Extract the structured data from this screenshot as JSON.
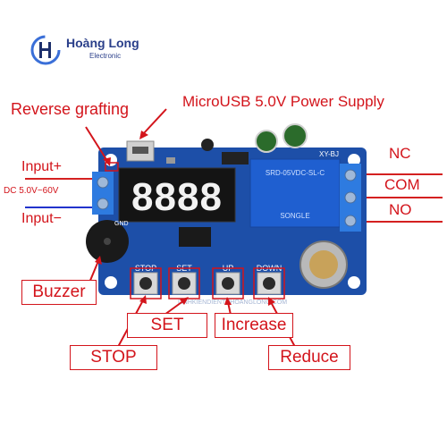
{
  "logo": {
    "brand": "Hoàng Long",
    "sub": "Electronic"
  },
  "labels": {
    "microusb": "MicroUSB 5.0V Power Supply",
    "reverse": "Reverse grafting",
    "input_plus": "Input+",
    "input_minus": "Input−",
    "dc_range": "DC 5.0V~60V",
    "nc": "NC",
    "com": "COM",
    "no": "NO",
    "buzzer": "Buzzer",
    "set": "SET",
    "increase": "Increase",
    "stop": "STOP",
    "reduce": "Reduce"
  },
  "board": {
    "display": "8888",
    "silk_stop": "STOP",
    "silk_set": "SET",
    "silk_up": "UP",
    "silk_down": "DOWN",
    "silk_gnd": "GND",
    "silk_model": "XY-BJ",
    "relay_brand": "SONGLE",
    "relay_model": "SRD-05VDC-SL-C",
    "watermark": "LINHKIENDIENTUHOANGLONG.COM"
  },
  "colors": {
    "pcb": "#1d4fa8",
    "label_red": "#d3141b",
    "relay_blue": "#1f5fd0",
    "wire_red": "#d42020",
    "wire_blue": "#2233cc"
  }
}
